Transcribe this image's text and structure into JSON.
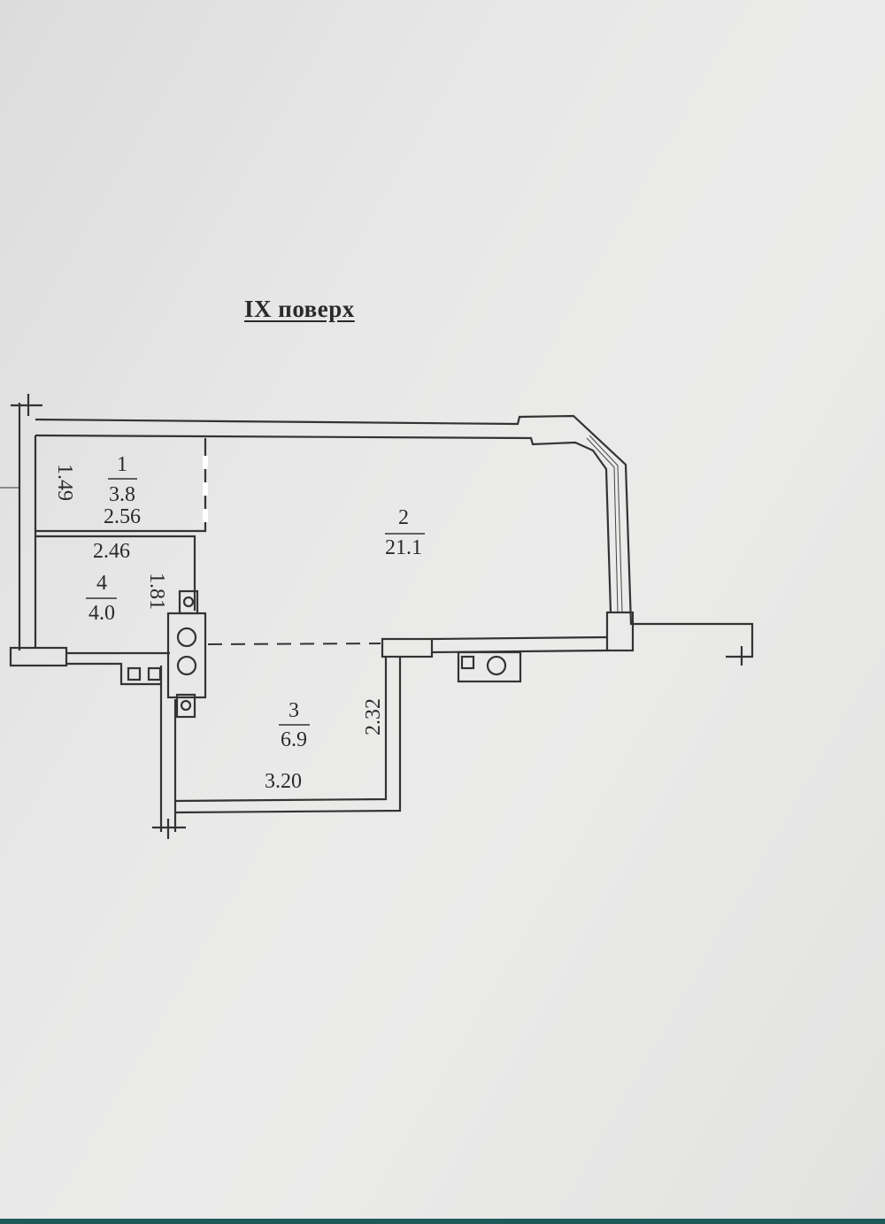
{
  "title": "IX поверх",
  "rooms": [
    {
      "number": "1",
      "area": "3.8"
    },
    {
      "number": "2",
      "area": "21.1"
    },
    {
      "number": "3",
      "area": "6.9"
    },
    {
      "number": "4",
      "area": "4.0"
    }
  ],
  "dimensions": {
    "room1_height": "1.49",
    "room1_width": "2.56",
    "room4_width": "2.46",
    "room4_height": "1.81",
    "room3_height": "2.32",
    "room3_width": "3.20"
  }
}
